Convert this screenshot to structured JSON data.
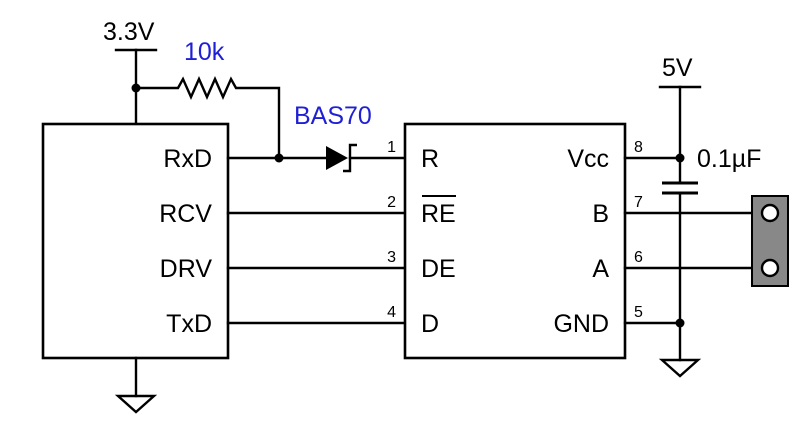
{
  "supplies": {
    "v33": "3.3V",
    "v5": "5V"
  },
  "components": {
    "resistor": "10k",
    "diode": "BAS70",
    "capacitor": "0.1µF"
  },
  "mcu": {
    "pins": [
      "RxD",
      "RCV",
      "DRV",
      "TxD"
    ]
  },
  "transceiver": {
    "left_pins": [
      {
        "num": "1",
        "name": "R"
      },
      {
        "num": "2",
        "name": "RE"
      },
      {
        "num": "3",
        "name": "DE"
      },
      {
        "num": "4",
        "name": "D"
      }
    ],
    "right_pins": [
      {
        "num": "8",
        "name": "Vcc"
      },
      {
        "num": "7",
        "name": "B"
      },
      {
        "num": "6",
        "name": "A"
      },
      {
        "num": "5",
        "name": "GND"
      }
    ]
  },
  "colors": {
    "component_label": "#1f1fd6",
    "connector_body": "#888888",
    "line": "#000000"
  }
}
